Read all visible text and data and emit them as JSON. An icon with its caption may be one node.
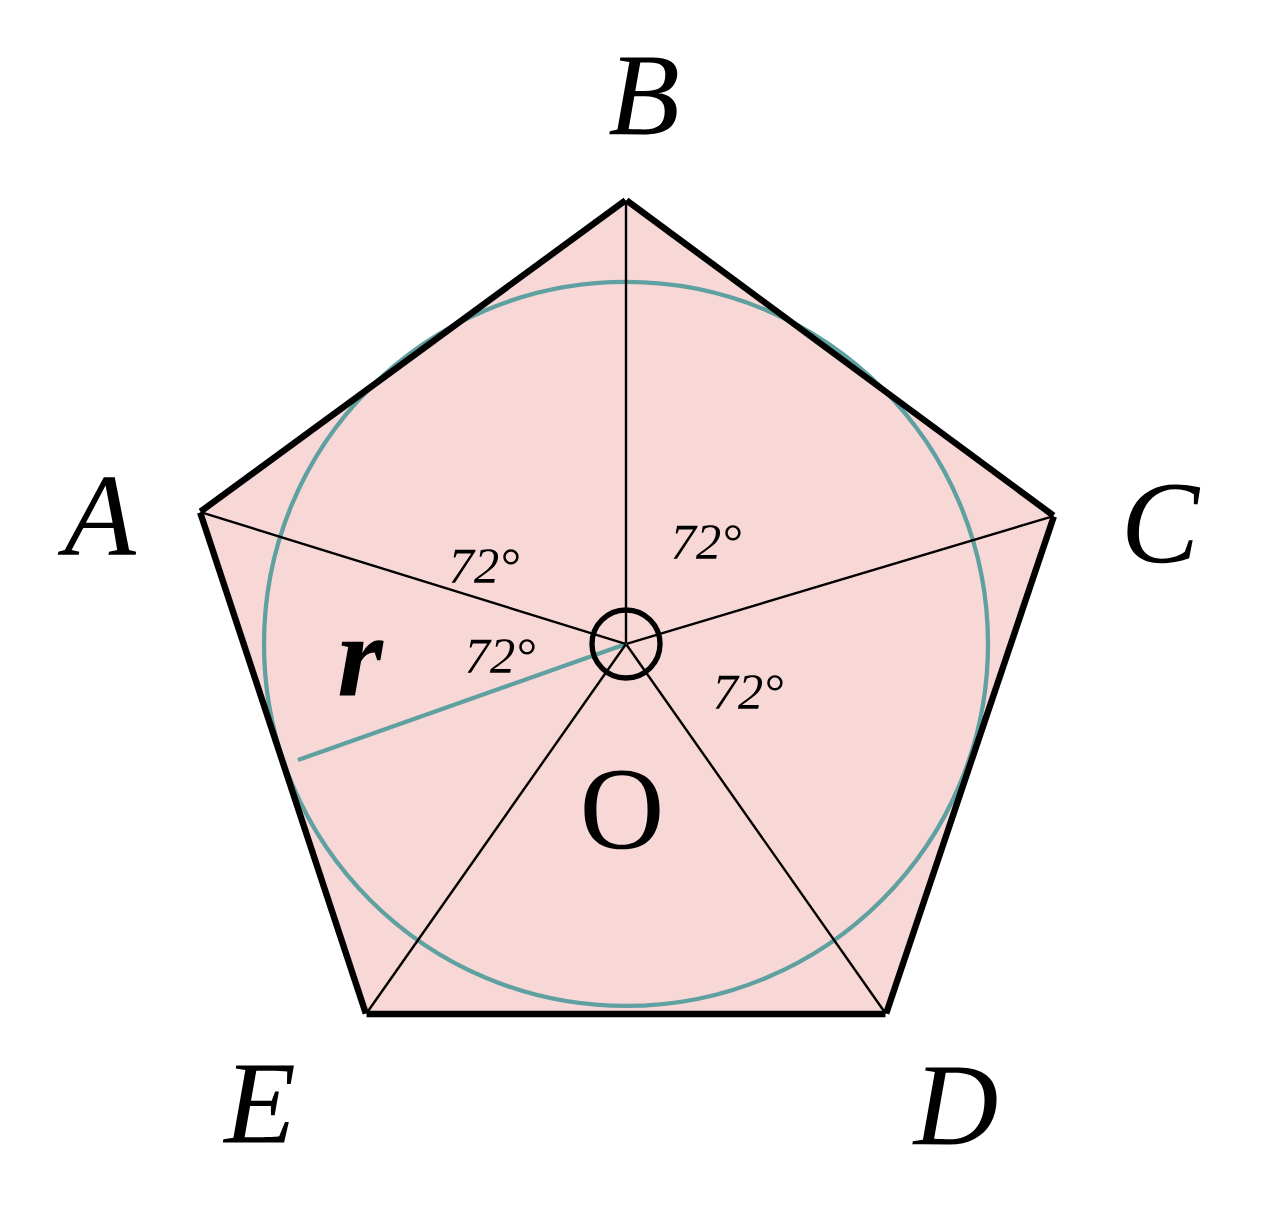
{
  "diagram": {
    "nodes": [
      {
        "text": [
          "A"
        ]
      },
      {
        "text": [
          "B"
        ]
      },
      {
        "text": [
          "C"
        ]
      },
      {
        "text": [
          "D"
        ]
      },
      {
        "text": [
          "E"
        ]
      },
      {
        "text": [
          "O"
        ]
      }
    ],
    "edges": [
      {
        "from": 0,
        "to": 1,
        "arrow": "none",
        "style": "thick"
      },
      {
        "from": 1,
        "to": 2,
        "arrow": "none",
        "style": "thick"
      },
      {
        "from": 2,
        "to": 3,
        "arrow": "none",
        "style": "thick"
      },
      {
        "from": 3,
        "to": 4,
        "arrow": "none",
        "style": "thick"
      },
      {
        "from": 4,
        "to": 0,
        "arrow": "none",
        "style": "thick"
      },
      {
        "from": 5,
        "to": 0,
        "arrow": "none"
      },
      {
        "from": 5,
        "to": 1,
        "arrow": "none"
      },
      {
        "from": 5,
        "to": 2,
        "arrow": "none"
      },
      {
        "from": 5,
        "to": 3,
        "arrow": "none"
      },
      {
        "from": 5,
        "to": 4,
        "arrow": "none"
      }
    ],
    "labels": [
      "72°",
      "72°",
      "r",
      "72°",
      "72°"
    ]
  }
}
